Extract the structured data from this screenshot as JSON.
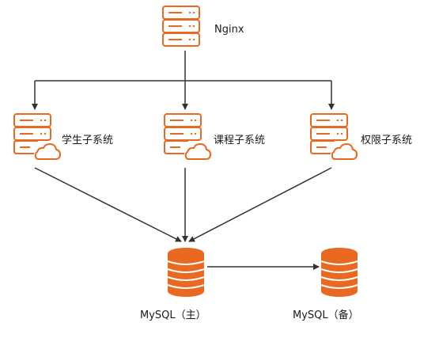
{
  "theme": {
    "accent": "#e8691f",
    "line": "#333333"
  },
  "nodes": {
    "nginx": {
      "label": "Nginx",
      "icon": "server-icon"
    },
    "student": {
      "label": "学生子系统",
      "icon": "server-cloud-icon"
    },
    "course": {
      "label": "课程子系统",
      "icon": "server-cloud-icon"
    },
    "permission": {
      "label": "权限子系统",
      "icon": "server-cloud-icon"
    },
    "mysql_primary": {
      "label": "MySQL（主）",
      "icon": "database-icon"
    },
    "mysql_backup": {
      "label": "MySQL（备）",
      "icon": "database-icon"
    }
  }
}
